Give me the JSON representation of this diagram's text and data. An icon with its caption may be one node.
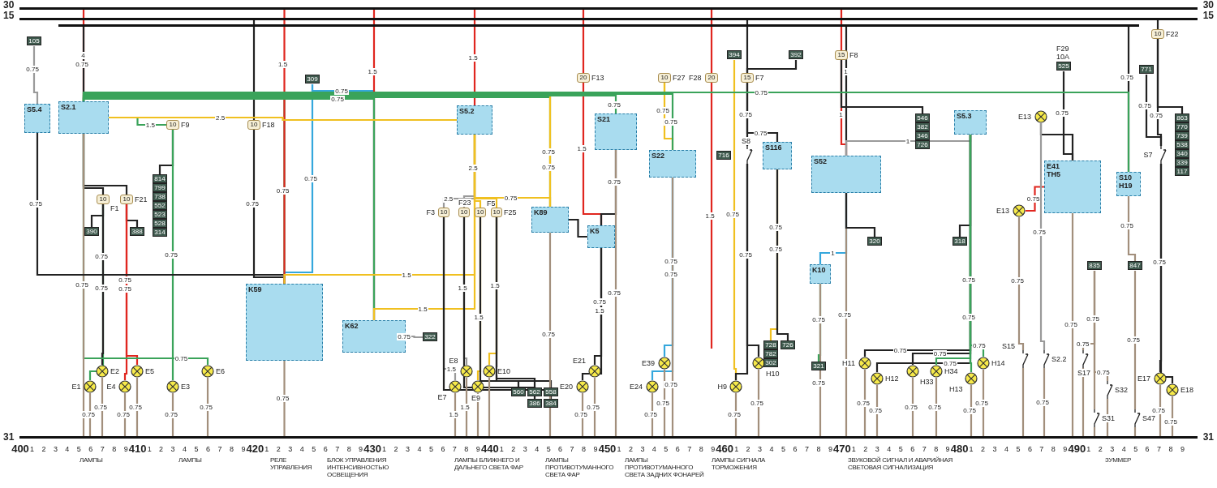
{
  "diagram": {
    "nodes": [
      {
        "text": [
          "30",
          "30"
        ]
      },
      {
        "text": [
          "15",
          "15"
        ]
      },
      {
        "text": [],
        "shape": "bar"
      },
      {
        "text": [
          "31",
          "31"
        ]
      },
      {
        "text": [
          "S5.4"
        ]
      },
      {
        "text": [
          "105"
        ]
      },
      {
        "text": [
          "S2.1"
        ]
      },
      {
        "text": [
          "10"
        ],
        "beside": [
          "F1"
        ]
      },
      {
        "text": [
          "10"
        ],
        "beside": [
          "F21"
        ]
      },
      {
        "text": [
          "390"
        ]
      },
      {
        "text": [
          "388"
        ]
      },
      {
        "text": [
          "10"
        ],
        "beside": [
          "F9"
        ]
      },
      {
        "text": [
          "814",
          "799",
          "738",
          "552",
          "523",
          "528",
          "314"
        ]
      },
      {
        "text": [
          "10"
        ],
        "beside": [
          "F18"
        ]
      },
      {
        "text": [
          "309"
        ]
      },
      {
        "text": [
          "K59"
        ]
      },
      {
        "text": [
          "K62"
        ]
      },
      {
        "text": [],
        "shape": "circle",
        "beside": [
          "E1"
        ]
      },
      {
        "text": [],
        "shape": "circle",
        "beside": [
          "E2"
        ]
      },
      {
        "text": [],
        "shape": "circle",
        "beside": [
          "E4"
        ]
      },
      {
        "text": [],
        "shape": "circle",
        "beside": [
          "E5"
        ]
      },
      {
        "text": [],
        "shape": "circle",
        "beside": [
          "E3"
        ]
      },
      {
        "text": [],
        "shape": "circle",
        "beside": [
          "E6"
        ]
      },
      {
        "text": [
          "322"
        ]
      },
      {
        "text": [
          "S5.2"
        ]
      },
      {
        "text": [
          "10"
        ],
        "beside": [
          "F3"
        ]
      },
      {
        "text": [
          "10"
        ],
        "beside": [
          "F23"
        ]
      },
      {
        "text": [
          "10"
        ],
        "beside": [
          "F5"
        ]
      },
      {
        "text": [
          "10"
        ],
        "beside": [
          "F25"
        ]
      },
      {
        "text": [],
        "shape": "circle",
        "beside": [
          "E7"
        ]
      },
      {
        "text": [],
        "shape": "circle",
        "beside": [
          "E8"
        ]
      },
      {
        "text": [],
        "shape": "circle",
        "beside": [
          "E9"
        ]
      },
      {
        "text": [],
        "shape": "circle",
        "beside": [
          "E10"
        ]
      },
      {
        "text": [
          "560"
        ]
      },
      {
        "text": [
          "562"
        ]
      },
      {
        "text": [
          "386"
        ]
      },
      {
        "text": [
          "558"
        ]
      },
      {
        "text": [
          "384"
        ]
      },
      {
        "text": [
          "K89"
        ]
      },
      {
        "text": [
          "20"
        ],
        "beside": [
          "F13"
        ]
      },
      {
        "text": [
          "S21"
        ]
      },
      {
        "text": [
          "K5"
        ]
      },
      {
        "text": [],
        "shape": "circle",
        "beside": [
          "E20"
        ]
      },
      {
        "text": [],
        "shape": "circle",
        "beside": [
          "E21"
        ]
      },
      {
        "text": [
          "10"
        ],
        "beside": [
          "F27"
        ]
      },
      {
        "text": [
          "S22"
        ]
      },
      {
        "text": [],
        "shape": "circle",
        "beside": [
          "E24"
        ]
      },
      {
        "text": [],
        "shape": "circle",
        "beside": [
          "E39"
        ]
      },
      {
        "text": [
          "20"
        ],
        "beside": [
          "F28"
        ]
      },
      {
        "text": [
          "394"
        ]
      },
      {
        "text": [
          "15"
        ],
        "beside": [
          "F7"
        ]
      },
      {
        "text": [
          "392"
        ]
      },
      {
        "text": [
          "716"
        ]
      },
      {
        "text": [],
        "shape": "switch",
        "beside": [
          "S8"
        ]
      },
      {
        "text": [
          "S116"
        ]
      },
      {
        "text": [],
        "shape": "circle",
        "beside": [
          "H9"
        ]
      },
      {
        "text": [],
        "shape": "circle",
        "beside": [
          "H10"
        ]
      },
      {
        "text": [
          "728",
          "782",
          "302"
        ]
      },
      {
        "text": [
          "726"
        ]
      },
      {
        "text": [
          "15"
        ],
        "beside": [
          "F8"
        ]
      },
      {
        "text": [
          "S52"
        ]
      },
      {
        "text": [
          "K10"
        ]
      },
      {
        "text": [
          "321"
        ]
      },
      {
        "text": [
          "546",
          "382",
          "346",
          "726"
        ]
      },
      {
        "text": [
          "S5.3"
        ]
      },
      {
        "text": [
          "320"
        ]
      },
      {
        "text": [
          "318"
        ]
      },
      {
        "text": [],
        "shape": "circle",
        "beside": [
          "H11"
        ]
      },
      {
        "text": [],
        "shape": "circle",
        "beside": [
          "H12"
        ]
      },
      {
        "text": [],
        "shape": "circle",
        "beside": [
          "H33"
        ]
      },
      {
        "text": [],
        "shape": "circle",
        "beside": [
          "H34"
        ]
      },
      {
        "text": [],
        "shape": "circle",
        "beside": [
          "H13"
        ]
      },
      {
        "text": [],
        "shape": "circle",
        "beside": [
          "H14"
        ]
      },
      {
        "text": [],
        "shape": "circle",
        "beside": [
          "E13"
        ]
      },
      {
        "text": [],
        "shape": "circle",
        "beside": [
          "E13"
        ]
      },
      {
        "text": [
          "525"
        ],
        "beside": [
          "F29",
          "10A"
        ]
      },
      {
        "text": [
          "E41",
          "TH5"
        ]
      },
      {
        "text": [
          "771"
        ]
      },
      {
        "text": [
          "10"
        ],
        "beside": [
          "F22"
        ]
      },
      {
        "text": [
          "S10",
          "H19"
        ]
      },
      {
        "text": [],
        "shape": "switch",
        "beside": [
          "S7"
        ]
      },
      {
        "text": [
          "863",
          "770",
          "739",
          "538",
          "340",
          "339",
          "117"
        ]
      },
      {
        "text": [],
        "shape": "switch",
        "beside": [
          "S15"
        ]
      },
      {
        "text": [],
        "shape": "switch",
        "beside": [
          "S2.2"
        ]
      },
      {
        "text": [],
        "shape": "switch",
        "beside": [
          "S17"
        ]
      },
      {
        "text": [],
        "shape": "switch",
        "beside": [
          "S32"
        ]
      },
      {
        "text": [],
        "shape": "switch",
        "beside": [
          "S31"
        ]
      },
      {
        "text": [],
        "shape": "switch",
        "beside": [
          "S47"
        ]
      },
      {
        "text": [
          "835"
        ]
      },
      {
        "text": [
          "847"
        ]
      },
      {
        "text": [],
        "shape": "circle",
        "beside": [
          "E17"
        ]
      },
      {
        "text": [],
        "shape": "circle",
        "beside": [
          "E18"
        ]
      }
    ],
    "edges": [
      {
        "from": 0,
        "to": 6,
        "arrow": "none",
        "label": "4",
        "color": "#e0261f"
      },
      {
        "from": 2,
        "to": 6,
        "arrow": "none",
        "label": "0.75",
        "color": "#222222"
      },
      {
        "from": 5,
        "to": 4,
        "arrow": "none",
        "label": "0.75",
        "color": "#9a9a9a"
      },
      {
        "from": 6,
        "to": 7,
        "arrow": "none",
        "color": "#222222"
      },
      {
        "from": 6,
        "to": 8,
        "arrow": "none",
        "color": "#222222"
      },
      {
        "from": 7,
        "to": 9,
        "arrow": "none",
        "color": "#222222"
      },
      {
        "from": 8,
        "to": 10,
        "arrow": "none",
        "color": "#222222"
      },
      {
        "from": 7,
        "to": 17,
        "arrow": "none",
        "label": "0.75",
        "color": "#3aa35a"
      },
      {
        "from": 7,
        "to": 18,
        "arrow": "none",
        "label": "0.75",
        "color": "#222222"
      },
      {
        "from": 8,
        "to": 19,
        "arrow": "none",
        "label": "0.75",
        "color": "#e0261f"
      },
      {
        "from": 8,
        "to": 20,
        "arrow": "none",
        "label": "0.75",
        "color": "#e0261f"
      },
      {
        "from": 17,
        "to": 3,
        "arrow": "none",
        "label": "0.75"
      },
      {
        "from": 18,
        "to": 3,
        "arrow": "none",
        "label": "0.75"
      },
      {
        "from": 19,
        "to": 3,
        "arrow": "none",
        "label": "0.75"
      },
      {
        "from": 20,
        "to": 3,
        "arrow": "none",
        "label": "0.75"
      },
      {
        "from": 6,
        "to": 11,
        "arrow": "none",
        "label": "1.5",
        "color": "#3aa35a"
      },
      {
        "from": 11,
        "to": 12,
        "arrow": "none",
        "color": "#222222"
      },
      {
        "from": 11,
        "to": 21,
        "arrow": "none",
        "label": "0.75",
        "color": "#3aa35a"
      },
      {
        "from": 6,
        "to": 22,
        "arrow": "none",
        "label": "0.75",
        "color": "#3aa35a"
      },
      {
        "from": 21,
        "to": 3,
        "arrow": "none",
        "label": "0.75"
      },
      {
        "from": 22,
        "to": 3,
        "arrow": "none",
        "label": "0.75"
      },
      {
        "from": 6,
        "to": 3,
        "arrow": "none",
        "label": "0.75"
      },
      {
        "from": 4,
        "to": 15,
        "arrow": "none",
        "label": "0.75",
        "color": "#222222"
      },
      {
        "from": 1,
        "to": 13,
        "arrow": "none",
        "color": "#222222"
      },
      {
        "from": 13,
        "to": 15,
        "arrow": "none",
        "label": "0.75",
        "color": "#222222"
      },
      {
        "from": 6,
        "to": 15,
        "arrow": "none",
        "label": "0.75",
        "color": "#3aa35a"
      },
      {
        "from": 14,
        "to": 15,
        "arrow": "none",
        "label": "0.75",
        "color": "#35a7dc"
      },
      {
        "from": 14,
        "to": 16,
        "arrow": "none",
        "label": "0.75",
        "color": "#35a7dc"
      },
      {
        "from": 0,
        "to": 15,
        "arrow": "none",
        "label": "1.5",
        "color": "#e0261f"
      },
      {
        "from": 0,
        "to": 16,
        "arrow": "none",
        "label": "1.5",
        "color": "#e0261f"
      },
      {
        "from": 6,
        "to": 16,
        "arrow": "none",
        "label": "0.75",
        "color": "#3aa35a"
      },
      {
        "from": 24,
        "to": 15,
        "arrow": "none",
        "label": "1.5",
        "color": "#f0c020"
      },
      {
        "from": 24,
        "to": 16,
        "arrow": "none",
        "label": "1.5",
        "color": "#f0c020"
      },
      {
        "from": 16,
        "to": 23,
        "arrow": "none",
        "label": "0.75",
        "color": "#9a9a9a"
      },
      {
        "from": 15,
        "to": 3,
        "arrow": "none",
        "label": "0.75"
      },
      {
        "from": 0,
        "to": 24,
        "arrow": "none",
        "label": "1.5",
        "color": "#e0261f"
      },
      {
        "from": 6,
        "to": 24,
        "arrow": "none",
        "label": "2.5",
        "color": "#f0c020"
      },
      {
        "from": 24,
        "to": 25,
        "arrow": "none",
        "label": "2.5",
        "color": "#9a9a9a"
      },
      {
        "from": 24,
        "to": 26,
        "arrow": "none",
        "color": "#9a9a9a"
      },
      {
        "from": 24,
        "to": 27,
        "arrow": "none",
        "label": "2.5",
        "color": "#f0c020"
      },
      {
        "from": 24,
        "to": 28,
        "arrow": "none",
        "color": "#f0c020"
      },
      {
        "from": 25,
        "to": 29,
        "arrow": "none",
        "label": "1.5",
        "color": "#9a9a9a"
      },
      {
        "from": 26,
        "to": 30,
        "arrow": "none",
        "label": "1.5",
        "color": "#9a9a9a"
      },
      {
        "from": 27,
        "to": 31,
        "arrow": "none",
        "label": "1.5",
        "color": "#f0c020"
      },
      {
        "from": 28,
        "to": 32,
        "arrow": "none",
        "label": "1.5",
        "color": "#f0c020"
      },
      {
        "from": 27,
        "to": 33,
        "arrow": "none",
        "color": "#222222"
      },
      {
        "from": 28,
        "to": 34,
        "arrow": "none",
        "color": "#222222"
      },
      {
        "from": 26,
        "to": 35,
        "arrow": "none",
        "color": "#222222"
      },
      {
        "from": 28,
        "to": 36,
        "arrow": "none",
        "color": "#222222"
      },
      {
        "from": 25,
        "to": 37,
        "arrow": "none",
        "color": "#222222"
      },
      {
        "from": 29,
        "to": 3,
        "arrow": "none",
        "label": "1.5"
      },
      {
        "from": 30,
        "to": 3,
        "arrow": "none",
        "label": "1.5"
      },
      {
        "from": 31,
        "to": 3,
        "arrow": "none"
      },
      {
        "from": 32,
        "to": 3,
        "arrow": "none"
      },
      {
        "from": 6,
        "to": 38,
        "arrow": "none",
        "label": "0.75",
        "color": "#3aa35a"
      },
      {
        "from": 24,
        "to": 38,
        "arrow": "none",
        "label": "0.75",
        "color": "#f0c020"
      },
      {
        "from": 38,
        "to": 44,
        "arrow": "none",
        "label": "0.75",
        "color": "#f0c020"
      },
      {
        "from": 38,
        "to": 3,
        "arrow": "none",
        "label": "0.75"
      },
      {
        "from": 0,
        "to": 39,
        "arrow": "none",
        "color": "#e0261f"
      },
      {
        "from": 39,
        "to": 41,
        "arrow": "none",
        "label": "1.5",
        "color": "#e0261f"
      },
      {
        "from": 41,
        "to": 38,
        "arrow": "none",
        "color": "#222222"
      },
      {
        "from": 6,
        "to": 40,
        "arrow": "none",
        "label": "0.75",
        "color": "#3aa35a"
      },
      {
        "from": 40,
        "to": 41,
        "arrow": "none",
        "label": "0.75",
        "color": "#222222"
      },
      {
        "from": 41,
        "to": 42,
        "arrow": "none",
        "label": "1.5",
        "color": "#222222"
      },
      {
        "from": 41,
        "to": 43,
        "arrow": "none",
        "label": "0.75",
        "color": "#222222"
      },
      {
        "from": 40,
        "to": 3,
        "arrow": "none",
        "label": "0.75"
      },
      {
        "from": 42,
        "to": 3,
        "arrow": "none",
        "label": "0.75"
      },
      {
        "from": 43,
        "to": 3,
        "arrow": "none",
        "label": "0.75"
      },
      {
        "from": 44,
        "to": 45,
        "arrow": "none",
        "label": "0.75",
        "color": "#f0c020"
      },
      {
        "from": 6,
        "to": 45,
        "arrow": "none",
        "label": "0.75",
        "color": "#3aa35a"
      },
      {
        "from": 45,
        "to": 46,
        "arrow": "none",
        "label": "0.75",
        "color": "#35a7dc"
      },
      {
        "from": 45,
        "to": 47,
        "arrow": "none",
        "label": "0.75",
        "color": "#35a7dc"
      },
      {
        "from": 45,
        "to": 3,
        "arrow": "none",
        "label": "0.75"
      },
      {
        "from": 46,
        "to": 3,
        "arrow": "none",
        "label": "0.75"
      },
      {
        "from": 47,
        "to": 3,
        "arrow": "none",
        "label": "0.75"
      },
      {
        "from": 0,
        "to": 48,
        "arrow": "none",
        "color": "#e0261f"
      },
      {
        "from": 48,
        "to": null,
        "arrow": "none",
        "label": "1.5",
        "color": "#e0261f"
      },
      {
        "from": 49,
        "to": 55,
        "arrow": "none",
        "label": "0.75",
        "color": "#f0c020"
      },
      {
        "from": 1,
        "to": 50,
        "arrow": "none",
        "color": "#222222"
      },
      {
        "from": 50,
        "to": 53,
        "arrow": "none",
        "label": "0.75",
        "color": "#222222"
      },
      {
        "from": 53,
        "to": 56,
        "arrow": "none",
        "label": "0.75",
        "color": "#222222"
      },
      {
        "from": 53,
        "to": 55,
        "arrow": "none",
        "color": "#222222"
      },
      {
        "from": 50,
        "to": 54,
        "arrow": "none",
        "label": "0.75",
        "color": "#222222"
      },
      {
        "from": 54,
        "to": 57,
        "arrow": "none",
        "label": "0.75",
        "color": "#f0c020"
      },
      {
        "from": 54,
        "to": 58,
        "arrow": "none",
        "label": "0.75",
        "color": "#222222"
      },
      {
        "from": 50,
        "to": 51,
        "arrow": "none",
        "color": "#222222"
      },
      {
        "from": 55,
        "to": 3,
        "arrow": "none",
        "label": "0.75"
      },
      {
        "from": 56,
        "to": 3,
        "arrow": "none",
        "label": "0.75"
      },
      {
        "from": 0,
        "to": 59,
        "arrow": "none",
        "color": "#e0261f"
      },
      {
        "from": 59,
        "to": 60,
        "arrow": "none",
        "label": "1",
        "color": "#e0261f"
      },
      {
        "from": 59,
        "to": 63,
        "arrow": "none",
        "color": "#222222"
      },
      {
        "from": 2,
        "to": 60,
        "arrow": "none",
        "label": "1",
        "color": "#222222"
      },
      {
        "from": 60,
        "to": 61,
        "arrow": "none",
        "label": "1",
        "color": "#35a7dc"
      },
      {
        "from": 61,
        "to": 62,
        "arrow": "none",
        "label": "0.75",
        "color": "#3aa35a"
      },
      {
        "from": 61,
        "to": 3,
        "arrow": "none",
        "label": "0.75"
      },
      {
        "from": 60,
        "to": 3,
        "arrow": "none",
        "label": "0.75"
      },
      {
        "from": 60,
        "to": 64,
        "arrow": "none",
        "label": "1",
        "color": "#9a9a9a"
      },
      {
        "from": 60,
        "to": 65,
        "arrow": "none",
        "color": "#222222"
      },
      {
        "from": 64,
        "to": 66,
        "arrow": "none",
        "color": "#222222"
      },
      {
        "from": 64,
        "to": 67,
        "arrow": "none",
        "label": "0.75",
        "color": "#222222"
      },
      {
        "from": 64,
        "to": 68,
        "arrow": "none",
        "label": "0.75",
        "color": "#222222"
      },
      {
        "from": 64,
        "to": 69,
        "arrow": "none",
        "label": "0.75",
        "color": "#222222"
      },
      {
        "from": 64,
        "to": 70,
        "arrow": "none",
        "label": "0.75",
        "color": "#3aa35a"
      },
      {
        "from": 64,
        "to": 71,
        "arrow": "none",
        "label": "0.75",
        "color": "#3aa35a"
      },
      {
        "from": 64,
        "to": 72,
        "arrow": "none",
        "label": "0.75",
        "color": "#3aa35a"
      },
      {
        "from": 67,
        "to": 3,
        "arrow": "none",
        "label": "0.75"
      },
      {
        "from": 68,
        "to": 3,
        "arrow": "none",
        "label": "0.75"
      },
      {
        "from": 69,
        "to": 3,
        "arrow": "none",
        "label": "0.75"
      },
      {
        "from": 70,
        "to": 3,
        "arrow": "none",
        "label": "0.75"
      },
      {
        "from": 71,
        "to": 3,
        "arrow": "none",
        "label": "0.75"
      },
      {
        "from": 72,
        "to": 3,
        "arrow": "none",
        "label": "0.75"
      },
      {
        "from": 75,
        "to": 76,
        "arrow": "none",
        "label": "0.75",
        "color": "#222222"
      },
      {
        "from": 76,
        "to": 74,
        "arrow": "none",
        "label": "0.75",
        "color": "#e0261f"
      },
      {
        "from": 76,
        "to": 73,
        "arrow": "none",
        "color": "#222222"
      },
      {
        "from": 74,
        "to": 82,
        "arrow": "none",
        "label": "0.75"
      },
      {
        "from": 73,
        "to": 83,
        "arrow": "none",
        "label": "0.75",
        "color": "#9a9a9a"
      },
      {
        "from": 76,
        "to": 3,
        "arrow": "none",
        "label": "0.75"
      },
      {
        "from": 82,
        "to": 3,
        "arrow": "none"
      },
      {
        "from": 83,
        "to": 3,
        "arrow": "none",
        "label": "0.75"
      },
      {
        "from": 84,
        "to": 3,
        "arrow": "none"
      },
      {
        "from": 88,
        "to": 84,
        "arrow": "none",
        "label": "0.75"
      },
      {
        "from": 88,
        "to": 85,
        "arrow": "none",
        "label": "0.75"
      },
      {
        "from": 88,
        "to": 86,
        "arrow": "none",
        "label": "0.75"
      },
      {
        "from": 89,
        "to": 87,
        "arrow": "none",
        "label": "0.75"
      },
      {
        "from": 85,
        "to": 3,
        "arrow": "none"
      },
      {
        "from": 86,
        "to": 3,
        "arrow": "none"
      },
      {
        "from": 87,
        "to": 3,
        "arrow": "none"
      },
      {
        "from": 2,
        "to": 79,
        "arrow": "none",
        "label": "0.75",
        "color": "#222222"
      },
      {
        "from": 6,
        "to": 79,
        "arrow": "none",
        "label": "0.75",
        "color": "#3aa35a"
      },
      {
        "from": 79,
        "to": 89,
        "arrow": "none",
        "label": "0.75"
      },
      {
        "from": 1,
        "to": 78,
        "arrow": "none",
        "color": "#222222"
      },
      {
        "from": 78,
        "to": 80,
        "arrow": "none",
        "label": "0.75",
        "color": "#222222"
      },
      {
        "from": 78,
        "to": 81,
        "arrow": "none",
        "color": "#222222"
      },
      {
        "from": 77,
        "to": 80,
        "arrow": "none",
        "label": "0.75",
        "color": "#222222"
      },
      {
        "from": 80,
        "to": 90,
        "arrow": "none",
        "label": "0.75",
        "color": "#222222"
      },
      {
        "from": 80,
        "to": 91,
        "arrow": "none",
        "color": "#222222"
      },
      {
        "from": 90,
        "to": 3,
        "arrow": "none",
        "label": "0.75"
      },
      {
        "from": 91,
        "to": 3,
        "arrow": "none",
        "label": "0.75"
      }
    ],
    "labels": [
      "400",
      "1",
      "2",
      "3",
      "4",
      "5",
      "6",
      "7",
      "8",
      "9",
      "410",
      "1",
      "2",
      "3",
      "4",
      "5",
      "6",
      "7",
      "8",
      "9",
      "420",
      "1",
      "2",
      "3",
      "4",
      "5",
      "6",
      "7",
      "8",
      "9",
      "430",
      "1",
      "2",
      "3",
      "4",
      "5",
      "6",
      "7",
      "8",
      "9",
      "440",
      "1",
      "2",
      "3",
      "4",
      "5",
      "6",
      "7",
      "8",
      "9",
      "450",
      "1",
      "2",
      "3",
      "4",
      "5",
      "6",
      "7",
      "8",
      "9",
      "460",
      "1",
      "2",
      "3",
      "4",
      "5",
      "6",
      "7",
      "8",
      "9",
      "470",
      "1",
      "2",
      "3",
      "4",
      "5",
      "6",
      "7",
      "8",
      "9",
      "480",
      "1",
      "2",
      "3",
      "4",
      "5",
      "6",
      "7",
      "8",
      "9",
      "490",
      "1",
      "2",
      "3",
      "4",
      "5",
      "6",
      "7",
      "8",
      "9",
      "ЛАМПЫ",
      "ЛАМПЫ",
      "РЕЛЕ УПРАВЛЕНИЯ",
      "БЛОК УПРАВЛЕНИЯ ИНТЕНСИВНОСТЬЮ ОСВЕЩЕНИЯ",
      "ЛАМПЫ БЛИЖНЕГО И ДАЛЬНЕГО СВЕТА ФАР",
      "ЛАМПЫ ПРОТИВОТУМАННОГО СВЕТА ФАР",
      "ЛАМПЫ ПРОТИВОТУМАННОГО СВЕТА ЗАДНИХ ФОНАРЕЙ",
      "ЛАМПЫ СИГНАЛА ТОРМОЖЕНИЯ",
      "ЗВУКОВОЙ СИГНАЛ И АВАРИЙНАЯ СВЕТОВАЯ СИГНАЛИЗАЦИЯ",
      "ЗУММЕР"
    ]
  }
}
